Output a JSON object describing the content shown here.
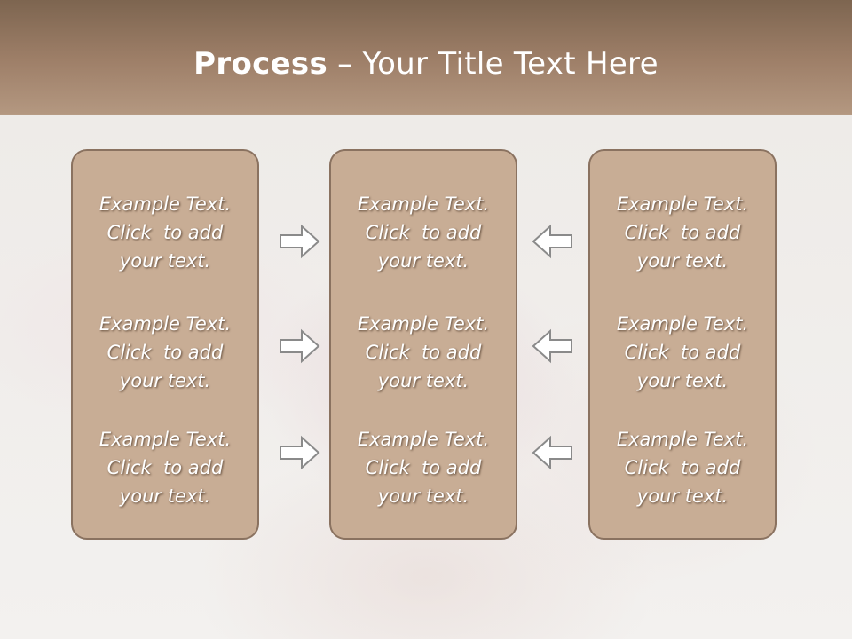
{
  "slide": {
    "title_bold": "Process",
    "title_rest": " – Your Title Text Here"
  },
  "boxes": [
    {
      "items": [
        {
          "line1": "Example Text.",
          "line2": "Click  to add",
          "line3": "your text."
        },
        {
          "line1": "Example Text.",
          "line2": "Click  to add",
          "line3": "your text."
        },
        {
          "line1": "Example Text.",
          "line2": "Click  to add",
          "line3": "your text."
        }
      ]
    },
    {
      "items": [
        {
          "line1": "Example Text.",
          "line2": "Click  to add",
          "line3": "your text."
        },
        {
          "line1": "Example Text.",
          "line2": "Click  to add",
          "line3": "your text."
        },
        {
          "line1": "Example Text.",
          "line2": "Click  to add",
          "line3": "your text."
        }
      ]
    },
    {
      "items": [
        {
          "line1": "Example Text.",
          "line2": "Click  to add",
          "line3": "your text."
        },
        {
          "line1": "Example Text.",
          "line2": "Click  to add",
          "line3": "your text."
        },
        {
          "line1": "Example Text.",
          "line2": "Click  to add",
          "line3": "your text."
        }
      ]
    }
  ],
  "arrows": {
    "left_group": [
      "right-arrow-icon",
      "right-arrow-icon",
      "right-arrow-icon"
    ],
    "right_group": [
      "left-arrow-icon",
      "left-arrow-icon",
      "left-arrow-icon"
    ]
  },
  "colors": {
    "box_fill": "#c8ad95",
    "box_border": "#8a7260",
    "header": "#7d6550",
    "text": "#ffffff"
  }
}
